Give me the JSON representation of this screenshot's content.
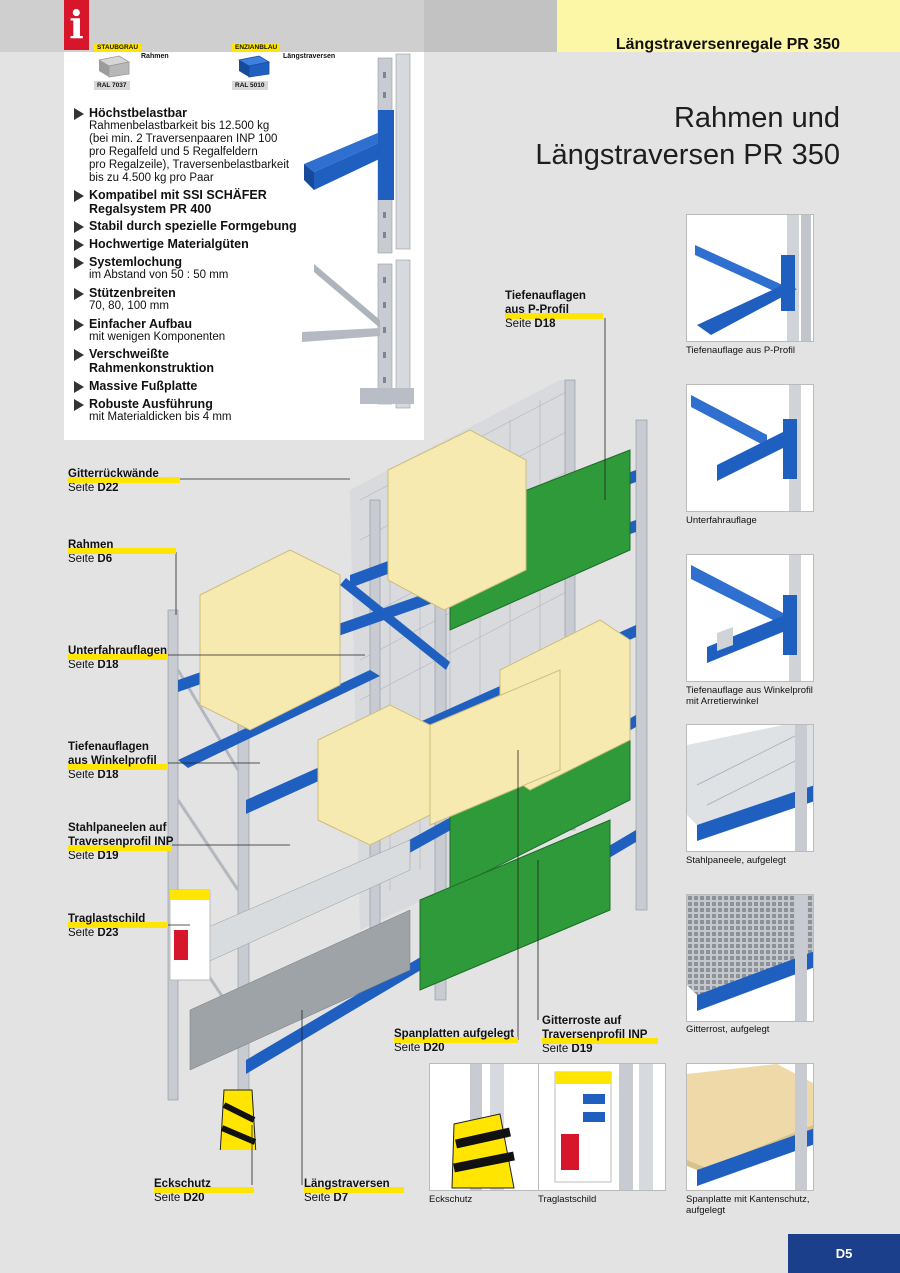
{
  "header": {
    "info_icon": "i",
    "title": "Längstraversenregale PR 350"
  },
  "colors": {
    "header_grey": "#cfcfcf",
    "header_yellow": "#fbf7a6",
    "info_red": "#d7152b",
    "highlight_yellow": "#ffe500",
    "rack_blue": "#1f5fc0",
    "frame_grey": "#c8ccd2",
    "page_blue": "#1b3f8b"
  },
  "swatches": [
    {
      "name": "STAUBGRAU",
      "label": "Rahmen",
      "ral": "RAL 7037"
    },
    {
      "name": "ENZIANBLAU",
      "label": "Längstraversen",
      "ral": "RAL 5010"
    }
  ],
  "features": [
    {
      "title": "Höchstbelastbar",
      "desc": [
        "Rahmenbelastbarkeit bis 12.500 kg",
        "(bei min. 2 Traversenpaaren INP 100",
        "pro Regalfeld und 5 Regalfeldern",
        "pro Regalzeile), Traversenbelastbarkeit",
        "bis zu 4.500 kg pro Paar"
      ]
    },
    {
      "title": "Kompatibel mit SSI SCHÄFER",
      "title2": "Regalsystem PR 400",
      "desc": []
    },
    {
      "title": "Stabil durch spezielle Formgebung",
      "desc": []
    },
    {
      "title": "Hochwertige Materialgüten",
      "desc": []
    },
    {
      "title": "Systemlochung",
      "desc": [
        "im Abstand von 50 : 50 mm"
      ]
    },
    {
      "title": "Stützenbreiten",
      "desc": [
        "70, 80, 100 mm"
      ]
    },
    {
      "title": "Einfacher Aufbau",
      "desc": [
        "mit wenigen Komponenten"
      ]
    },
    {
      "title": "Verschweißte",
      "title2": "Rahmenkonstruktion",
      "desc": []
    },
    {
      "title": "Massive Fußplatte",
      "desc": []
    },
    {
      "title": "Robuste Ausführung",
      "desc": [
        "mit Materialdicken bis 4 mm"
      ]
    }
  ],
  "big_title": {
    "line1": "Rahmen und",
    "line2": "Längstraversen PR 350"
  },
  "callouts": {
    "tiefen_p": {
      "l1": "Tiefenauflagen",
      "l2": "aus P-Profil",
      "seite": "Seite",
      "ref": "D18"
    },
    "gitter": {
      "l1": "Gitterrückwände",
      "seite": "Seite",
      "ref": "D22"
    },
    "rahmen": {
      "l1": "Rahmen",
      "seite": "Seite",
      "ref": "D6"
    },
    "unterfahr": {
      "l1": "Unterfahrauflagen",
      "seite": "Seite",
      "ref": "D18"
    },
    "tiefen_w": {
      "l1": "Tiefenauflagen",
      "l2": "aus Winkelprofil",
      "seite": "Seite",
      "ref": "D18"
    },
    "stahl": {
      "l1": "Stahlpaneelen auf",
      "l2": "Traversenprofil INP",
      "seite": "Seite",
      "ref": "D19"
    },
    "traglast": {
      "l1": "Traglastschild",
      "seite": "Seite",
      "ref": "D23"
    },
    "span": {
      "l1": "Spanplatten aufgelegt",
      "seite": "Seite",
      "ref": "D20"
    },
    "roste": {
      "l1": "Gitterroste auf",
      "l2": "Traversenprofil INP",
      "seite": "Seite",
      "ref": "D19"
    },
    "eck": {
      "l1": "Eckschutz",
      "seite": "Seite",
      "ref": "D20"
    },
    "laengs": {
      "l1": "Längstraversen",
      "seite": "Seite",
      "ref": "D7"
    }
  },
  "thumbs": {
    "t1": "Tiefenauflage aus P-Profil",
    "t2": "Unterfahrauflage",
    "t3": "Tiefenauflage aus Winkelprofil mit Arretierwinkel",
    "t4": "Stahlpaneele, aufgelegt",
    "t5": "Gitterrost, aufgelegt",
    "t6": "Eckschutz",
    "t7": "Traglastschild",
    "t8": "Spanplatte mit Kantenschutz, aufgelegt"
  },
  "page_number": "D5"
}
